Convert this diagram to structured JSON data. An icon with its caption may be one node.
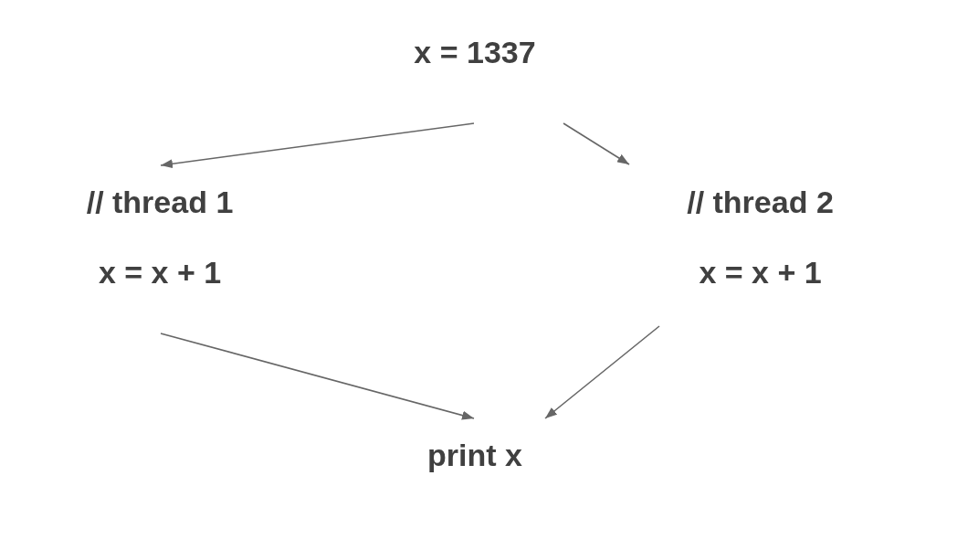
{
  "diagram": {
    "nodes": [
      {
        "text": [
          "x = 1337"
        ]
      },
      {
        "text": [
          "// thread 1",
          "x = x + 1"
        ]
      },
      {
        "text": [
          "// thread 2",
          "x = x + 1"
        ]
      },
      {
        "text": [
          "print x"
        ]
      }
    ],
    "edges": [
      {
        "from": 0,
        "to": 1,
        "arrow": "to"
      },
      {
        "from": 0,
        "to": 2,
        "arrow": "to"
      },
      {
        "from": 1,
        "to": 3,
        "arrow": "to"
      },
      {
        "from": 2,
        "to": 3,
        "arrow": "to"
      }
    ]
  }
}
